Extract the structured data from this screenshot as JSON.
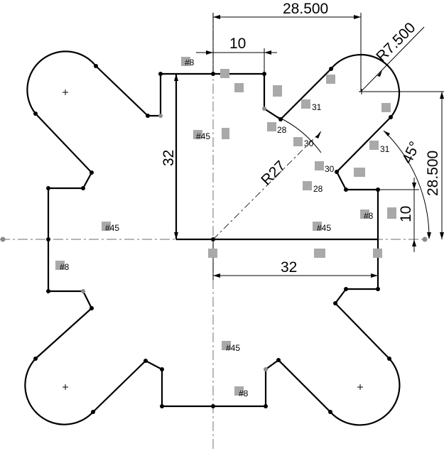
{
  "dimensions": {
    "width_top": "28.500",
    "radius_small": "R7.500",
    "slot_width": "10",
    "height_left": "32",
    "radius_large": "R27",
    "angle": "45°",
    "height_right": "28.500",
    "step_height": "10",
    "width_bottom": "32"
  },
  "relations": {
    "sym8_a": "#8",
    "sym45_a": "#45",
    "sym28_a": "28",
    "sym30_a": "30",
    "sym31_a": "31",
    "sym30_b": "30",
    "sym31_b": "31",
    "sym28_b": "28",
    "sym8_b": "#8",
    "sym45_b": "#45",
    "sym45_c": "#45",
    "sym8_c": "#8",
    "sym45_d": "#45",
    "sym8_d": "#8"
  }
}
